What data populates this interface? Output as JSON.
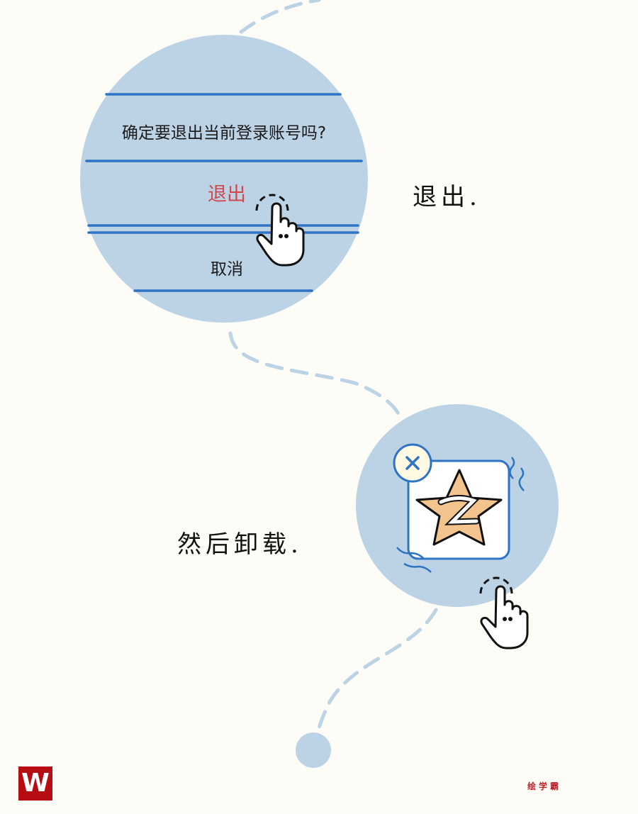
{
  "dialog": {
    "prompt": "确定要退出当前登录账号吗?",
    "confirm_label": "退出",
    "cancel_label": "取消"
  },
  "captions": {
    "step1": "退出.",
    "step2": "然后卸载."
  },
  "footer": {
    "logo_letter": "W",
    "brand": "绘学霸"
  },
  "colors": {
    "background": "#fdfcf7",
    "circle": "#bcd3e6",
    "line": "#2f73c4",
    "danger": "#d0474a",
    "star": "#f3c48e",
    "brand": "#c0212a"
  },
  "icons": [
    "hand-pointer-icon",
    "close-icon",
    "qq-zone-star-icon"
  ]
}
